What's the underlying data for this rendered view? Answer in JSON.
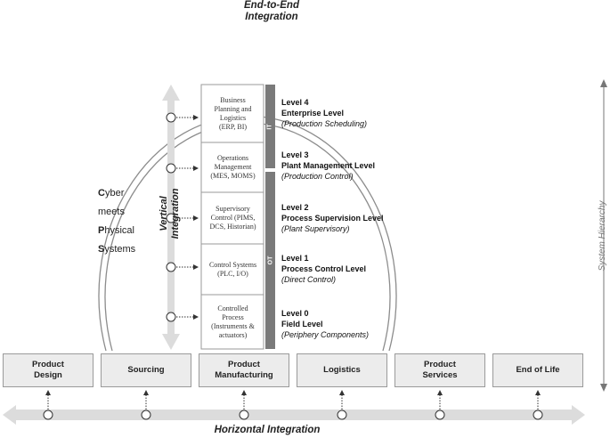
{
  "titles": {
    "top_line1": "End-to-End",
    "top_line2": "Integration",
    "horizontal": "Horizontal Integration",
    "vertical_line1": "Vertical",
    "vertical_line2": "Integration",
    "hierarchy": "System Hierarchy"
  },
  "cps": {
    "w1_first": "C",
    "w1_rest": "yber",
    "w2": "meets",
    "w3_first": "P",
    "w3_rest": "hysical",
    "w4_first": "S",
    "w4_rest": "ystems"
  },
  "bands": {
    "it": "IT",
    "ot": "OT"
  },
  "levels": [
    {
      "box_lines": [
        "Business",
        "Planning and",
        "Logistics",
        "(ERP, BI)"
      ],
      "level": "Level 4",
      "name": "Enterprise Level",
      "sub": "(Production Scheduling)"
    },
    {
      "box_lines": [
        "Operations",
        "Management",
        "(MES, MOMS)"
      ],
      "level": "Level 3",
      "name": "Plant Management Level",
      "sub": "(Production Control)"
    },
    {
      "box_lines": [
        "Supervisory",
        "Control (PIMS,",
        "DCS, Historian)"
      ],
      "level": "Level 2",
      "name": "Process Supervision Level",
      "sub": "(Plant Supervisory)"
    },
    {
      "box_lines": [
        "Control  Systems",
        "(PLC, I/O)"
      ],
      "level": "Level 1",
      "name": "Process Control Level",
      "sub": "(Direct Control)"
    },
    {
      "box_lines": [
        "Controlled",
        "Process",
        "(Instruments &",
        "actuators)"
      ],
      "level": "Level 0",
      "name": "Field Level",
      "sub": "(Periphery Components)"
    }
  ],
  "stages": [
    {
      "line1": "Product",
      "line2": "Design"
    },
    {
      "line1": "Sourcing",
      "line2": ""
    },
    {
      "line1": "Product",
      "line2": "Manufacturing"
    },
    {
      "line1": "Logistics",
      "line2": ""
    },
    {
      "line1": "Product",
      "line2": "Services"
    },
    {
      "line1": "End of Life",
      "line2": ""
    }
  ],
  "colors": {
    "arrow_fill": "#dcdcdc",
    "band_gray": "#7a7a7a",
    "box_fill": "#ececec",
    "arc_stroke": "#8c8c8c"
  }
}
